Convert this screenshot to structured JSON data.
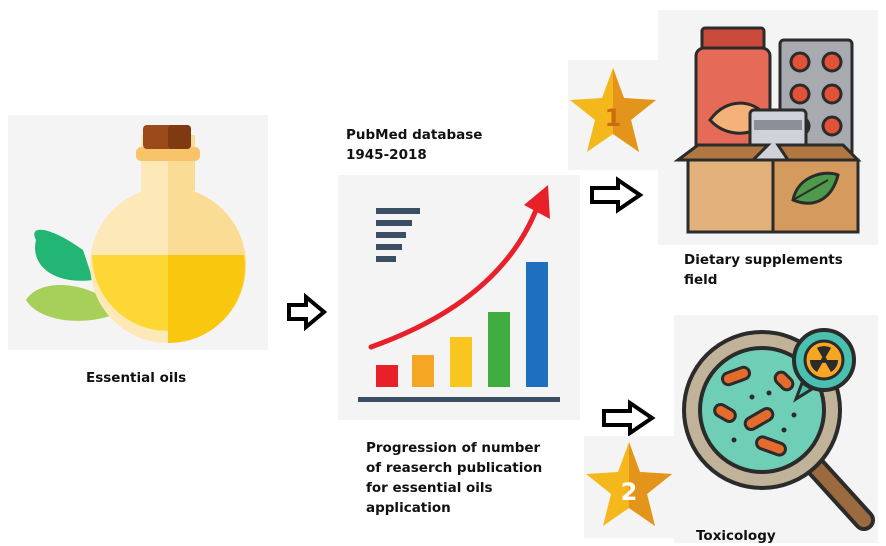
{
  "essential_oils": {
    "label": "Essential oils"
  },
  "pubmed": {
    "title_line1": "PubMed database",
    "title_line2": "1945-2018"
  },
  "progression": {
    "line1": "Progression of number",
    "line2": "of reaserch publication",
    "line3": "for essential oils",
    "line4": "application"
  },
  "dietary": {
    "line1": "Dietary supplements",
    "line2": "field",
    "star_number": "1"
  },
  "toxicology": {
    "label": "Toxicology",
    "star_number": "2"
  },
  "colors": {
    "bar_colors": [
      "#e8202a",
      "#f5a623",
      "#f8c61e",
      "#3fad3f",
      "#1f6fc0"
    ],
    "trend_arrow": "#e8202a",
    "star": "#f5b81c",
    "star_dark": "#e3951b",
    "panel_bg": "#f4f4f4"
  }
}
